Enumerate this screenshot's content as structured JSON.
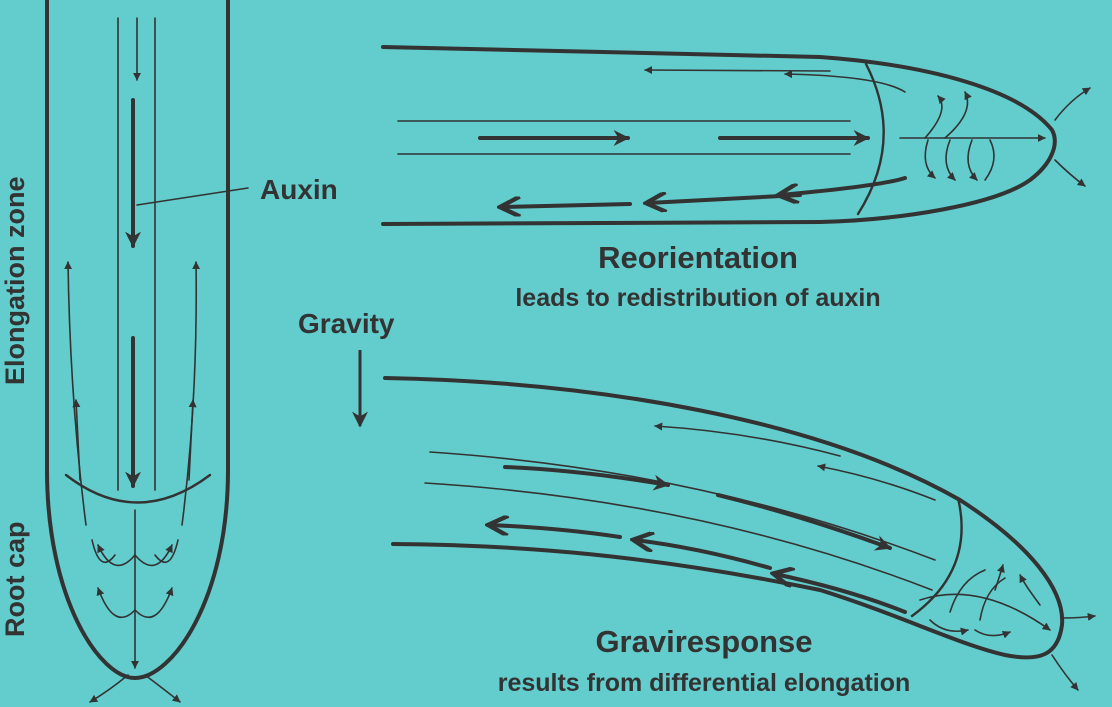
{
  "labels": {
    "elongation_zone": "Elongation zone",
    "root_cap": "Root cap",
    "auxin": "Auxin",
    "gravity": "Gravity",
    "reorientation_title": "Reorientation",
    "reorientation_caption": "leads to redistribution of auxin",
    "graviresponse_title": "Graviresponse",
    "graviresponse_caption": "results from differential elongation"
  },
  "colors": {
    "background": "#63cccc",
    "ink": "#333333"
  }
}
